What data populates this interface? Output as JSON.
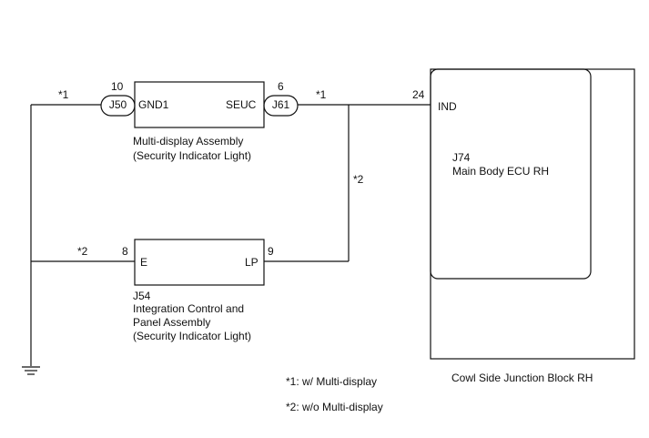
{
  "connectors": {
    "left": "J50",
    "right": "J61"
  },
  "multi_display": {
    "pin_left_no": "10",
    "pin_left": "GND1",
    "pin_right_no": "6",
    "pin_right": "SEUC",
    "name_line1": "Multi-display Assembly",
    "name_line2": "(Security Indicator Light)"
  },
  "integration_panel": {
    "pin_left_no": "8",
    "pin_left": "E",
    "pin_right_no": "9",
    "pin_right": "LP",
    "code": "J54",
    "name_line1": "Integration Control and",
    "name_line2": "Panel Assembly",
    "name_line3": "(Security Indicator Light)"
  },
  "ecu": {
    "pin_no": "24",
    "pin": "IND",
    "code": "J74",
    "name": "Main Body ECU RH"
  },
  "junction_block": {
    "name": "Cowl Side Junction Block RH"
  },
  "wire_marks": {
    "top_left": "*1",
    "top_right": "*1",
    "vertical": "*2",
    "bottom_left": "*2"
  },
  "legend": {
    "note1": "*1: w/ Multi-display",
    "note2": "*2: w/o Multi-display"
  },
  "colors": {
    "line": "#111111",
    "background": "#ffffff"
  }
}
